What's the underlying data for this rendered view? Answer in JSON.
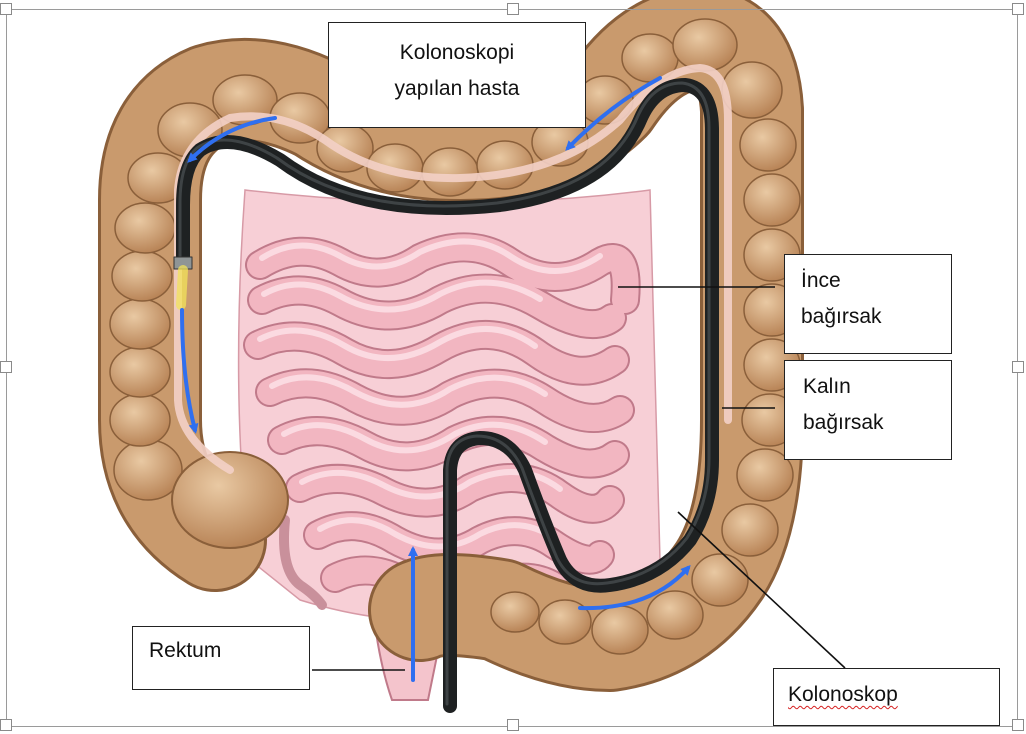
{
  "labels": {
    "patient_line1": "Kolonoskopi",
    "patient_line2": "yapılan hasta",
    "small_intestine_line1": "İnce",
    "small_intestine_line2": "bağırsak",
    "large_intestine_line1": "Kalın",
    "large_intestine_line2": "bağırsak",
    "rectum": "Rektum",
    "colonoscope": "Kolonoskop"
  },
  "colors": {
    "colon_fill": "#c99a6d",
    "colon_haustra": "#dbb58c",
    "colon_edge": "#8a5f3a",
    "small_intestine_fill": "#f2b6c1",
    "small_intestine_edge": "#c07a8a",
    "mesentery": "#f7cfd6",
    "scope_body": "#1e2122",
    "scope_tip": "#f1e35a",
    "arrow": "#2f6ff0",
    "leader_line": "#111111",
    "spellcheck_underline": "#d62020"
  },
  "icons": [
    "direction-arrow-icon",
    "selection-handle-icon"
  ]
}
